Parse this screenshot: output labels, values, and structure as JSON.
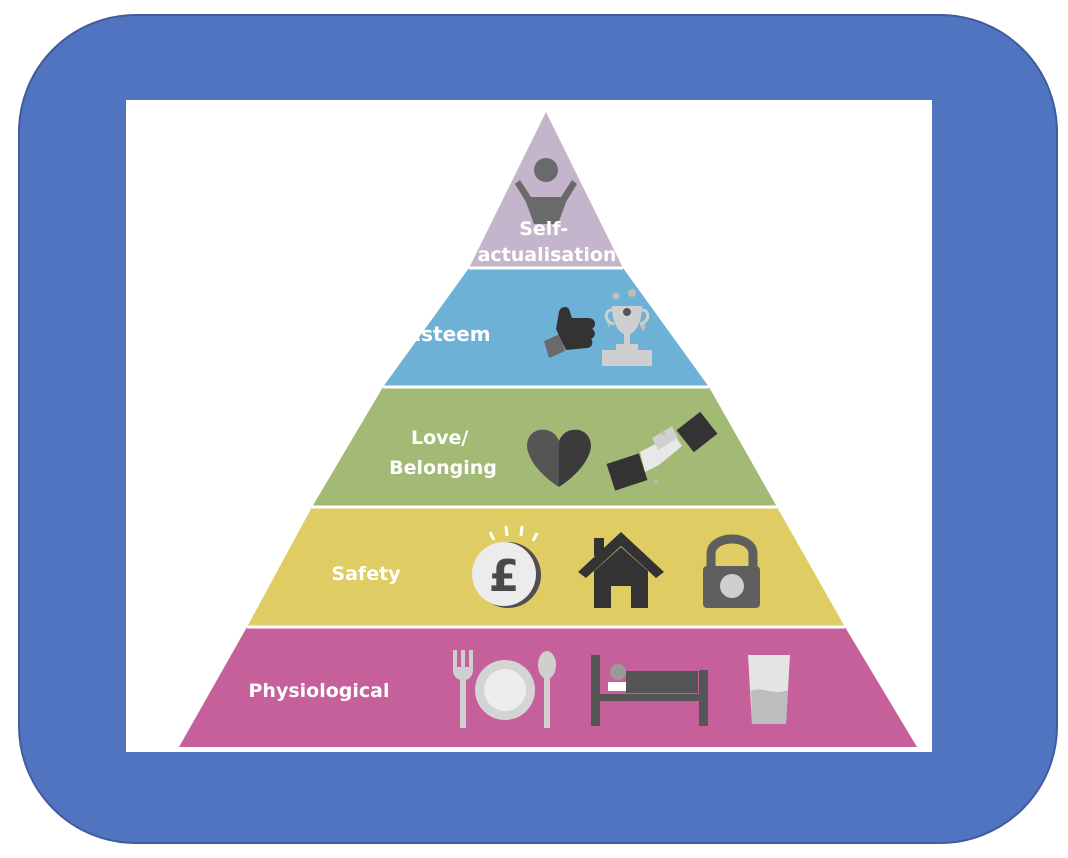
{
  "diagram": {
    "tiers": [
      {
        "key": "self_actualisation",
        "label_lines": [
          "Self-",
          "actualisation"
        ],
        "color": "#c4b4cc",
        "icons": [
          "person-arms-raised-icon"
        ]
      },
      {
        "key": "esteem",
        "label_lines": [
          "Esteem"
        ],
        "color": "#6eb1d6",
        "icons": [
          "thumbs-up-icon",
          "trophy-icon"
        ]
      },
      {
        "key": "love_belonging",
        "label_lines": [
          "Love/",
          "Belonging"
        ],
        "color": "#a3b976",
        "icons": [
          "heart-icon",
          "handshake-icon"
        ]
      },
      {
        "key": "safety",
        "label_lines": [
          "Safety"
        ],
        "color": "#dfcc63",
        "icons": [
          "pound-coin-icon",
          "house-icon",
          "padlock-icon"
        ]
      },
      {
        "key": "physiological",
        "label_lines": [
          "Physiological"
        ],
        "color": "#c6609a",
        "icons": [
          "fork-plate-spoon-icon",
          "bed-icon",
          "water-glass-icon"
        ]
      }
    ]
  },
  "colors": {
    "frame": "#5074c0",
    "icon_dark": "#414141",
    "icon_mid": "#707070",
    "icon_light": "#e4e4e4"
  }
}
